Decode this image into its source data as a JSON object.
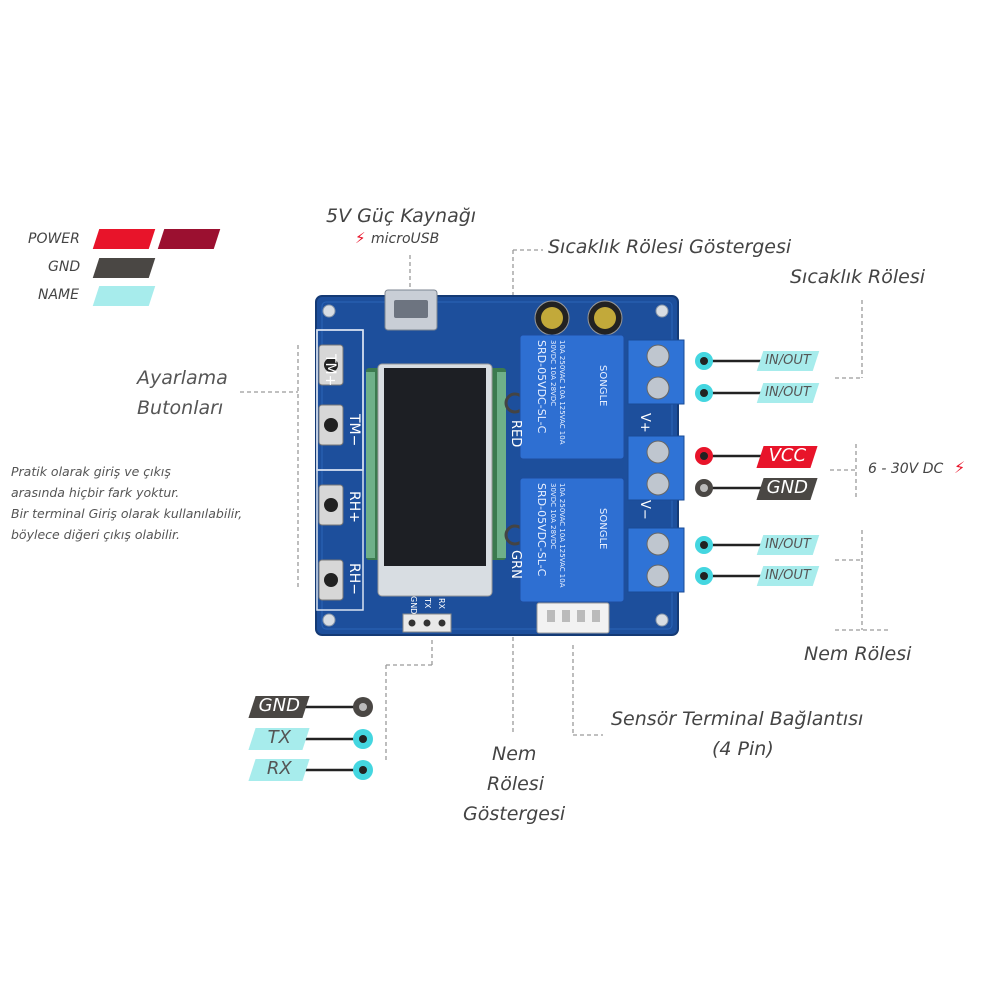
{
  "legend": {
    "power": "POWER",
    "gnd": "GND",
    "name": "NAME",
    "colors": {
      "power": "#e8142a",
      "power_dark": "#9b1030",
      "gnd": "#4a4744",
      "name": "#a7ecec"
    }
  },
  "labels": {
    "power_supply": "5V Güç Kaynağı",
    "micro_usb": "microUSB",
    "temp_relay_indicator": "Sıcaklık Rölesi Göstergesi",
    "temp_relay": "Sıcaklık Rölesi",
    "adjust_line1": "Ayarlama",
    "adjust_line2": "Butonları",
    "voltage_range": "6 - 30V DC",
    "humidity_relay": "Nem Rölesi",
    "sensor_line1": "Sensör Terminal Bağlantısı",
    "sensor_line2": "(4 Pin)",
    "hum_ind_line1": "Nem",
    "hum_ind_line2": "Rölesi",
    "hum_ind_line3": "Göstergesi"
  },
  "note": [
    "Pratik olarak giriş ve çıkış",
    "arasında hiçbir fark yoktur.",
    "Bir terminal Giriş olarak kullanılabilir,",
    "böylece diğeri çıkış olabilir."
  ],
  "pins": {
    "in_out_1": "IN/OUT",
    "in_out_2": "IN/OUT",
    "vcc": "VCC",
    "gnd_right": "GND",
    "in_out_3": "IN/OUT",
    "in_out_4": "IN/OUT",
    "gnd_left": "GND",
    "tx": "TX",
    "rx": "RX"
  },
  "board": {
    "btn_tm_plus": "TM+",
    "btn_tm_minus": "TM−",
    "btn_rh_plus": "RH+",
    "btn_rh_minus": "RH−",
    "led_red": "RED",
    "led_grn": "GRN",
    "term_vplus": "V+",
    "term_vminus": "V−",
    "relay_model": "SRD-05VDC-SL-C",
    "relay_brand": "SONGLE",
    "relay_rating": "10A 250VAC 10A 125VAC 10A 30VDC 10A 28VDC",
    "hdr_gnd": "GND",
    "hdr_tx": "TX",
    "hdr_rx": "RX"
  }
}
